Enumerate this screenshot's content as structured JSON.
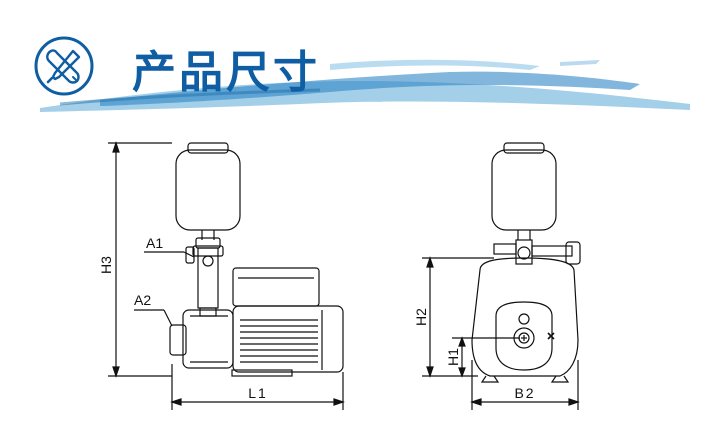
{
  "header": {
    "title": "产品尺寸",
    "icon": "tools-icon",
    "accent_color": "#0f5ea3",
    "brush_color": "#4a9ed0"
  },
  "diagram": {
    "side_view": {
      "labels": {
        "a1": "A1",
        "a2": "A2",
        "h3": "H3",
        "l1": "L1"
      }
    },
    "front_view": {
      "labels": {
        "h2": "H2",
        "h1": "H1",
        "b2": "B2"
      }
    }
  }
}
